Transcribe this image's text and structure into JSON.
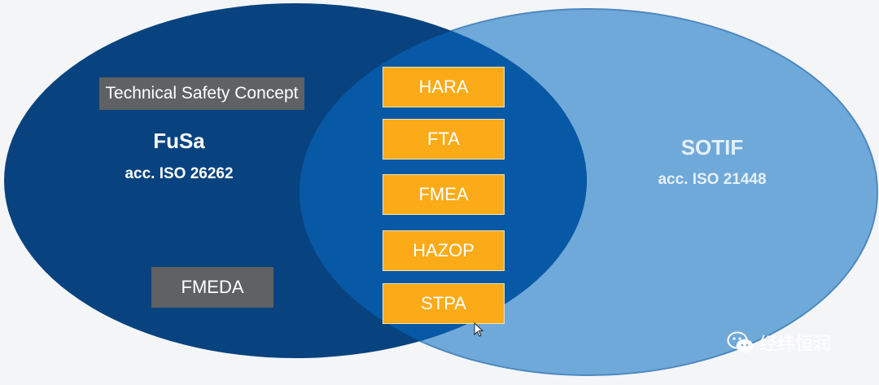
{
  "diagram": {
    "left_set": {
      "title": "FuSa",
      "subtitle": "acc. ISO 26262",
      "color": "#08437f"
    },
    "right_set": {
      "title": "SOTIF",
      "subtitle": "acc. ISO 21448",
      "color": "#6fa9d9"
    },
    "overlap_color": "#0759a6",
    "left_only_boxes": [
      {
        "label": "Technical Safety Concept"
      },
      {
        "label": "FMEDA"
      }
    ],
    "shared_boxes": [
      {
        "label": "HARA"
      },
      {
        "label": "FTA"
      },
      {
        "label": "FMEA"
      },
      {
        "label": "HAZOP"
      },
      {
        "label": "STPA"
      }
    ],
    "box_colors": {
      "shared": "#fbab17",
      "left_only": "#5f6163"
    }
  },
  "watermark": {
    "text": "经纬恒润",
    "icon": "wechat-icon"
  }
}
